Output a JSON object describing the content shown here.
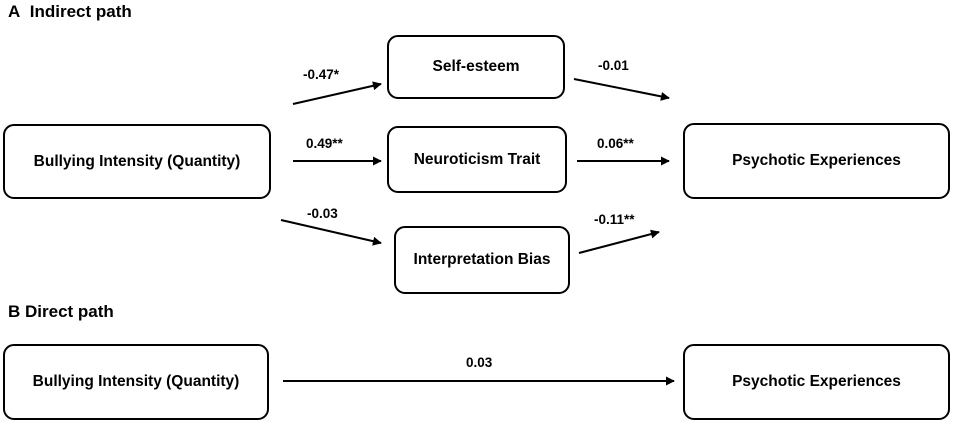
{
  "panel_a": {
    "letter": "A",
    "title": "Indirect path",
    "nodes": {
      "predictor": "Bullying Intensity (Quantity)",
      "mediator_self_esteem": "Self-esteem",
      "mediator_neuroticism": "Neuroticism Trait",
      "mediator_interpretation": "Interpretation Bias",
      "outcome": "Psychotic Experiences"
    },
    "coefficients": {
      "a_self_esteem": "-0.47*",
      "a_neuroticism": "0.49**",
      "a_interpretation": "-0.03",
      "b_self_esteem": "-0.01",
      "b_neuroticism": "0.06**",
      "b_interpretation": "-0.11**"
    }
  },
  "panel_b": {
    "letter": "B",
    "title": "Direct path",
    "nodes": {
      "predictor": "Bullying Intensity (Quantity)",
      "outcome": "Psychotic Experiences"
    },
    "coefficients": {
      "c_prime": "0.03"
    }
  }
}
